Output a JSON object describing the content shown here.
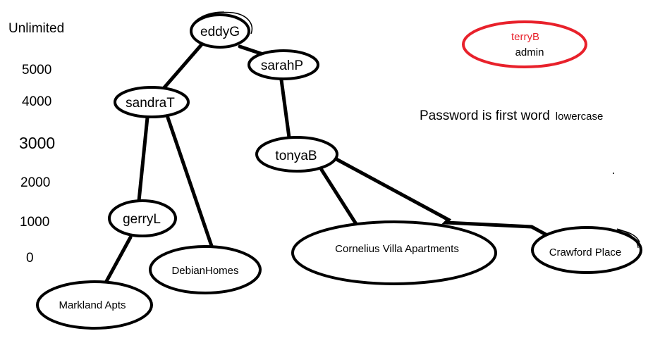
{
  "levels": [
    "Unlimited",
    "5000",
    "4000",
    "3000",
    "2000",
    "1000",
    "0"
  ],
  "nodes": {
    "eddyG": "eddyG",
    "sarahP": "sarahP",
    "sandraT": "sandraT",
    "tonyaB": "tonyaB",
    "gerryL": "gerryL"
  },
  "places": {
    "markland": "Markland Apts",
    "debian": "DebianHomes",
    "cornelius": "Cornelius Villa Apartments",
    "crawford": "Crawford Place"
  },
  "admin": {
    "user": "terryB",
    "role": "admin"
  },
  "note": {
    "main": "Password is first word",
    "suffix": "lowercase"
  },
  "colors": {
    "admin_user_text": "#e8212b",
    "admin_outline": "#e8212b"
  }
}
